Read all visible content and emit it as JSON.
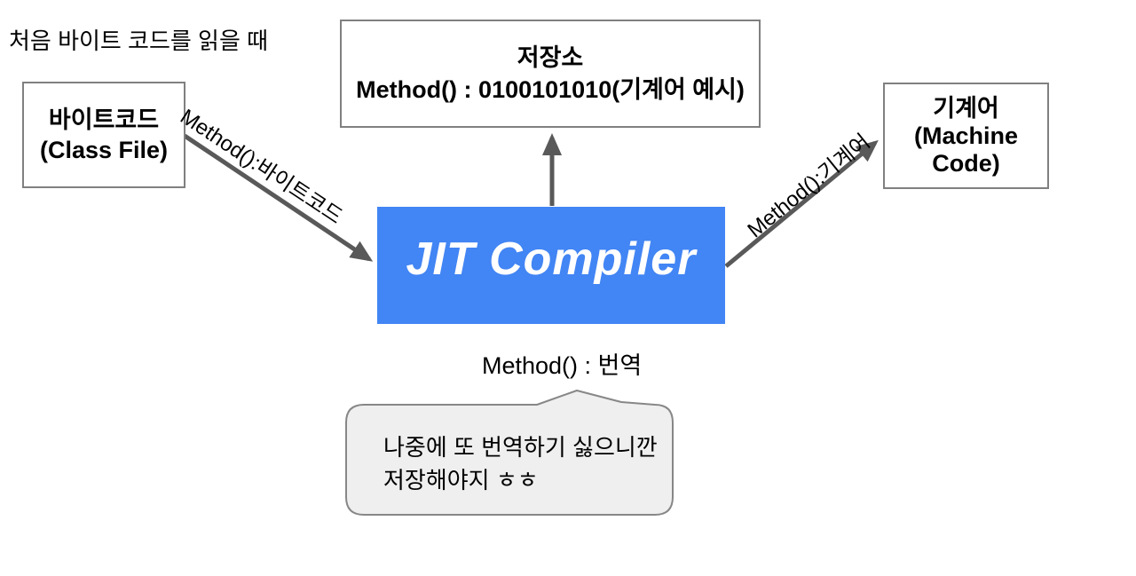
{
  "title": "처음 바이트 코드를 읽을 때",
  "colors": {
    "accent_blue": "#4285f4",
    "arrow_gray": "#595959",
    "box_border": "#808080",
    "bubble_fill": "#efefef",
    "bubble_border": "#878787"
  },
  "nodes": {
    "bytecode": {
      "lines": [
        "바이트코드",
        "(Class File)"
      ]
    },
    "storage": {
      "lines": [
        "저장소",
        "Method() : 0100101010(기계어 예시)"
      ]
    },
    "machine": {
      "lines": [
        "기계어",
        "(Machine",
        "Code)"
      ]
    },
    "jit": {
      "label": "JIT Compiler"
    }
  },
  "edges": {
    "bytecode_to_jit_label": "Method():바이트코드",
    "jit_to_machine_label": "Method():기계어",
    "translate_label": "Method() : 번역"
  },
  "bubble": {
    "lines": [
      "나중에 또 번역하기 싫으니깐",
      "저장해야지 ㅎㅎ"
    ]
  }
}
